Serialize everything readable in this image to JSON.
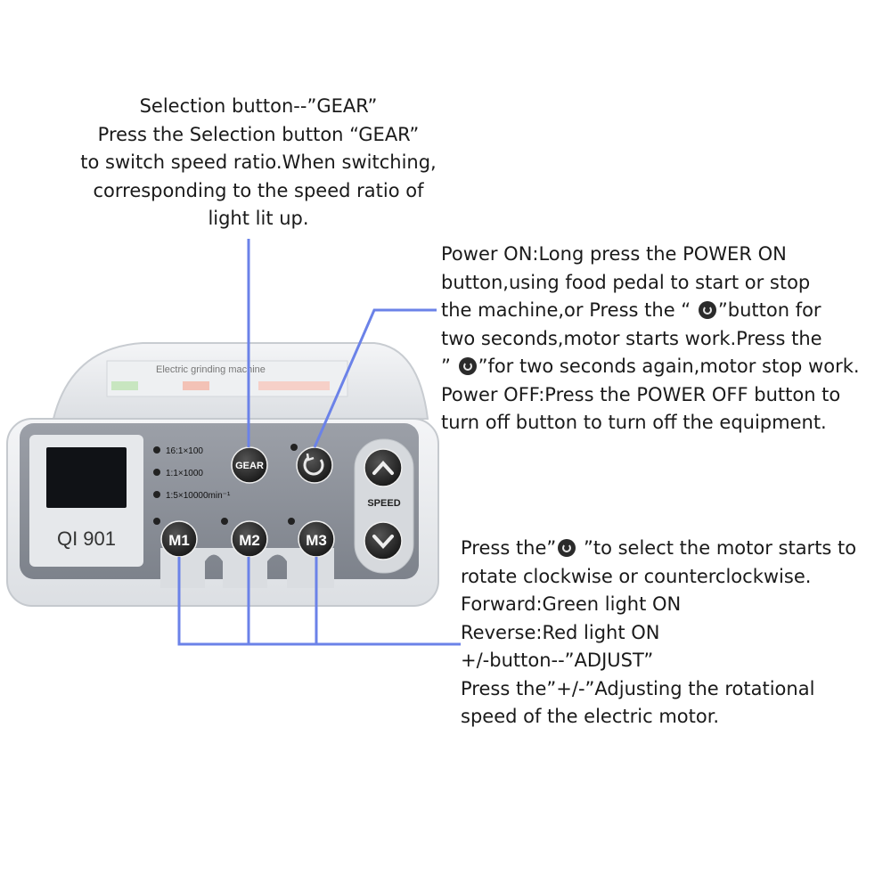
{
  "callouts": {
    "gear": [
      "Selection button--”GEAR”",
      "Press the Selection button “GEAR”",
      "to switch speed ratio.When switching,",
      "corresponding to the speed ratio of",
      "light lit up."
    ],
    "power": [
      {
        "parts": [
          "Power ON:Long press the POWER ON"
        ]
      },
      {
        "parts": [
          "button,using food pedal to start or stop"
        ]
      },
      {
        "parts": [
          "the machine,or Press the “ ",
          "”button for"
        ]
      },
      {
        "parts": [
          "two seconds,motor starts work.Press the"
        ]
      },
      {
        "parts": [
          "” ",
          "”for two seconds again,motor stop work."
        ]
      },
      {
        "parts": [
          "Power OFF:Press the POWER OFF button to"
        ]
      },
      {
        "parts": [
          "turn off button to turn off the equipment."
        ]
      }
    ],
    "motor": [
      {
        "parts": [
          "Press the”",
          " ”to select the motor starts to"
        ]
      },
      {
        "parts": [
          "rotate clockwise or counterclockwise."
        ]
      },
      {
        "parts": [
          "Forward:Green light ON"
        ]
      },
      {
        "parts": [
          "Reverse:Red light ON"
        ]
      },
      {
        "parts": [
          "+/-button--”ADJUST”"
        ]
      },
      {
        "parts": [
          "Press the”+/-”Adjusting the rotational"
        ]
      },
      {
        "parts": [
          "speed of the electric motor."
        ]
      }
    ]
  },
  "device": {
    "top_label": "Electric grinding machine",
    "model": "QI 901",
    "ratios": [
      "16:1×100",
      "1:1×1000",
      "1:5×10000min⁻¹"
    ],
    "gear_label": "GEAR",
    "speed_label": "SPEED",
    "motor_buttons": [
      "M1",
      "M2",
      "M3"
    ]
  },
  "icons": {
    "power_glyph": "circular-arrow-icon",
    "up": "chevron-up-icon",
    "down": "chevron-down-icon"
  },
  "colors": {
    "leader_line": "#6b82e8",
    "panel": "#8d929b",
    "button": "#2e2e2e"
  }
}
